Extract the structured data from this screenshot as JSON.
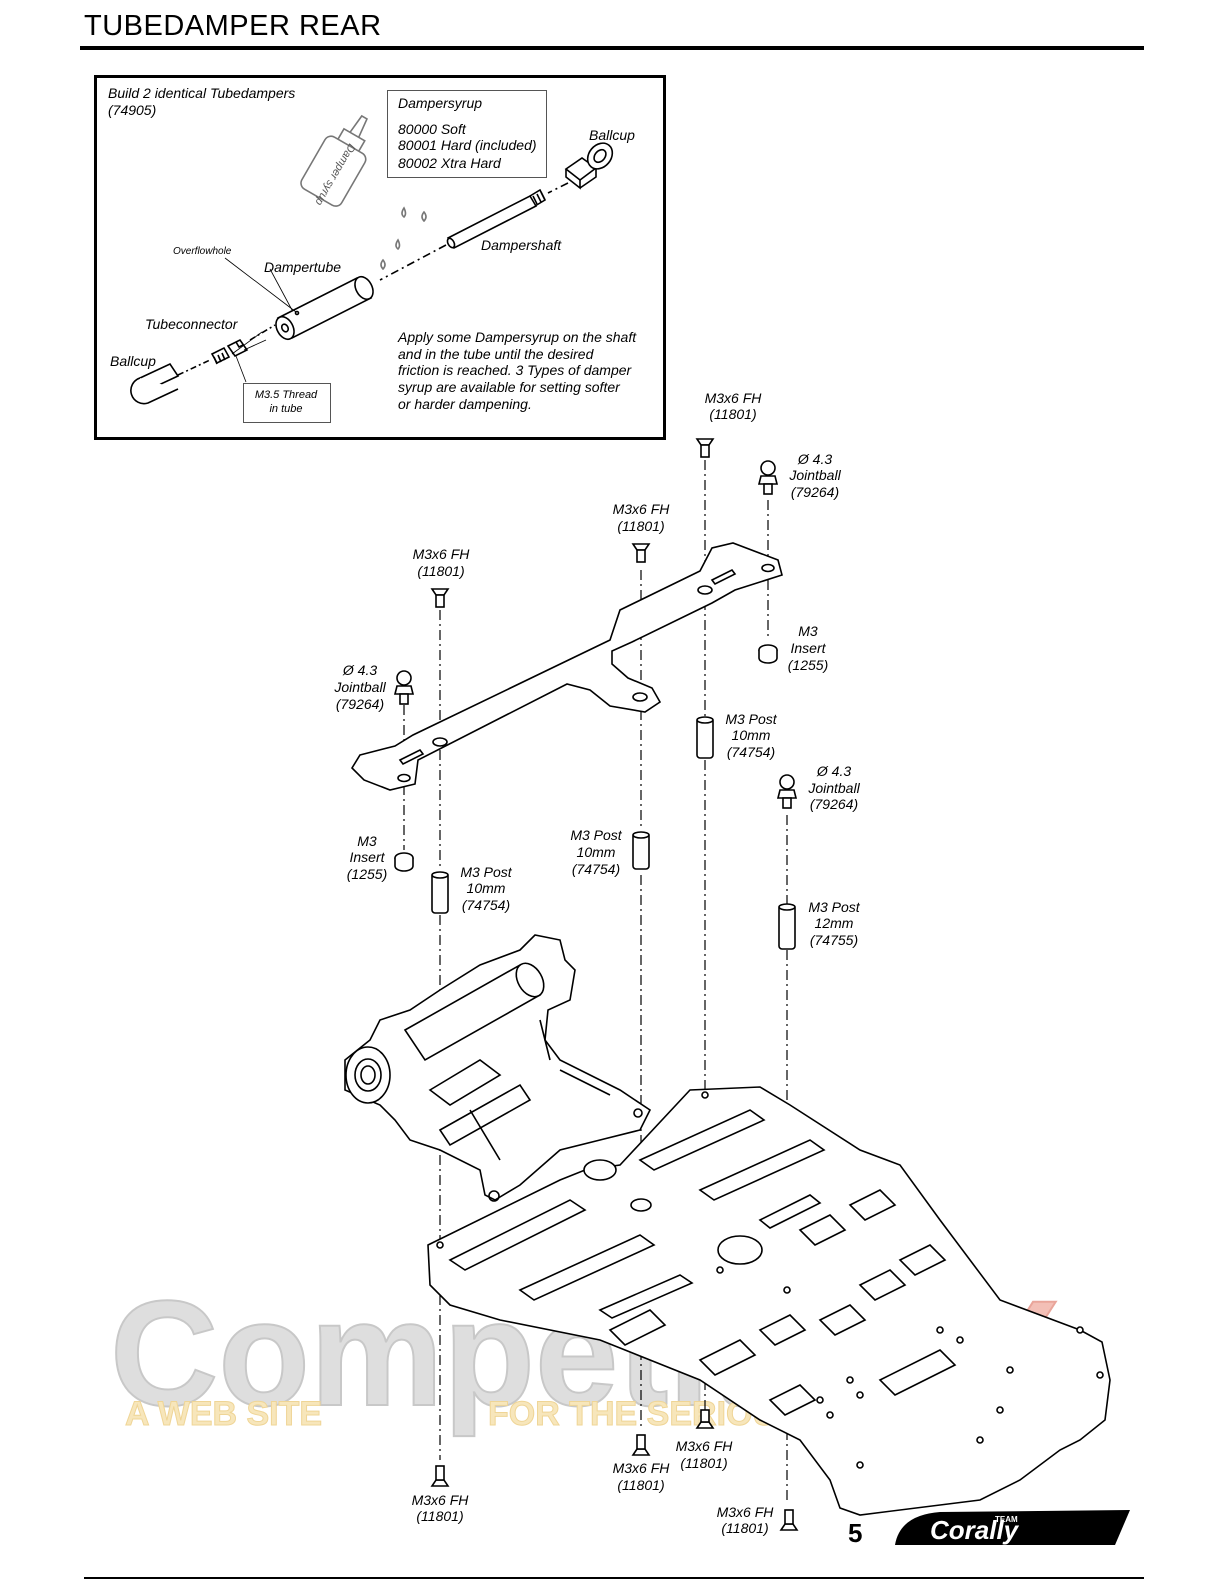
{
  "page": {
    "title": "TUBEDAMPER REAR",
    "number": "5"
  },
  "inset": {
    "build_note": "Build 2 identical Tubedampers",
    "build_part": "(74905)",
    "syrup_box": {
      "heading": "Dampersyrup",
      "items": [
        "80000 Soft",
        "80001 Hard (included)",
        "80002 Xtra Hard"
      ]
    },
    "bottle_label": "Damper syrup",
    "ballcup_top": "Ballcup",
    "dampershaft": "Dampershaft",
    "overflowhole": "Overflowhole",
    "dampertube": "Dampertube",
    "tubeconnector": "Tubeconnector",
    "ballcup_left": "Ballcup",
    "thread_note": [
      "M3.5 Thread",
      "in tube"
    ],
    "instructions": [
      "Apply some Dampersyrup on the shaft",
      "and in the tube until the desired",
      "friction is reached. 3 Types of damper",
      "syrup are available for setting softer",
      "or harder dampening."
    ]
  },
  "callouts": {
    "fh_top_right": [
      "M3x6 FH",
      "(11801)"
    ],
    "jb_top_right": [
      "Ø 4.3",
      "Jointball",
      "(79264)"
    ],
    "fh_mid": [
      "M3x6 FH",
      "(11801)"
    ],
    "fh_left": [
      "M3x6 FH",
      "(11801)"
    ],
    "insert_right": [
      "M3",
      "Insert",
      "(1255)"
    ],
    "jb_left": [
      "Ø 4.3",
      "Jointball",
      "(79264)"
    ],
    "post_right": [
      "M3 Post",
      "10mm",
      "(74754)"
    ],
    "jb_right": [
      "Ø 4.3",
      "Jointball",
      "(79264)"
    ],
    "insert_left": [
      "M3",
      "Insert",
      "(1255)"
    ],
    "post_mid": [
      "M3 Post",
      "10mm",
      "(74754)"
    ],
    "post_left": [
      "M3 Post",
      "10mm",
      "(74754)"
    ],
    "post_12": [
      "M3 Post",
      "12mm",
      "(74755)"
    ],
    "fh_bottom_mid_right": [
      "M3x6 FH",
      "(11801)"
    ],
    "fh_bottom_mid": [
      "M3x6 FH",
      "(11801)"
    ],
    "fh_bottom_left": [
      "M3x6 FH",
      "(11801)"
    ],
    "fh_bottom_right": [
      "M3x6 FH",
      "(11801)"
    ]
  },
  "watermark": {
    "main": "Competition",
    "accent": "X",
    "tagline_left": "A WEB SITE",
    "tagline_right": "FOR THE SERIOUS RACER"
  },
  "brand": {
    "logo_small": "TEAM",
    "logo_main": "Corally"
  },
  "colors": {
    "line": "#000000",
    "watermark_gray": "#d9d9d9",
    "watermark_accent": "#f3b8b0",
    "watermark_tagline": "#f6e3b5"
  }
}
